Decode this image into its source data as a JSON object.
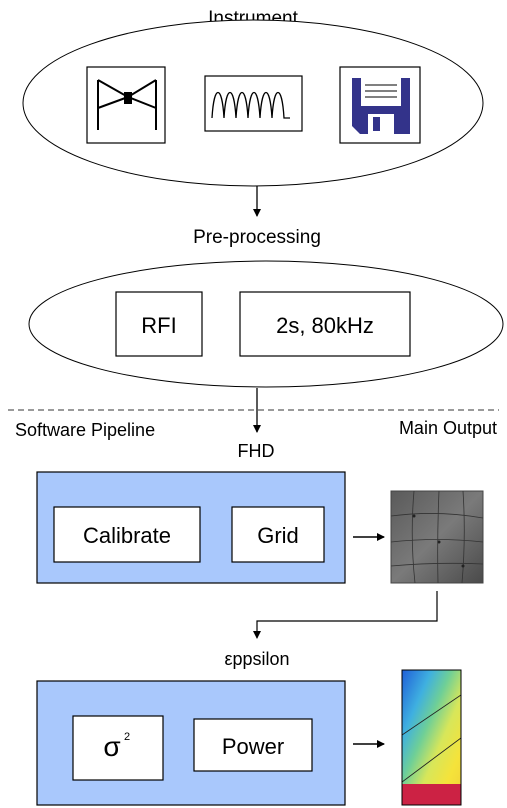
{
  "instrument": {
    "title": "Instrument",
    "icons": [
      "antenna-icon",
      "spectrum-icon",
      "floppy-disk-icon"
    ]
  },
  "preprocessing": {
    "title": "Pre-processing",
    "boxes": [
      "RFI",
      "2s, 80kHz"
    ]
  },
  "divider": {
    "left_label": "Software Pipeline",
    "right_label": "Main Output"
  },
  "fhd": {
    "title": "FHD",
    "boxes": [
      "Calibrate",
      "Grid"
    ]
  },
  "eppsilon": {
    "title": "εppsilon",
    "sigma_base": "σ",
    "sigma_exp": "2",
    "power_label": "Power"
  },
  "colors": {
    "stage_fill": "#a9c8fc",
    "divider": "#9a9a9a",
    "floppy_body": "#33338a",
    "ps_red": "#cc2244",
    "ps_yellow": "#f5e33a",
    "ps_green": "#6fcf97",
    "ps_blue": "#2a6fe0"
  }
}
